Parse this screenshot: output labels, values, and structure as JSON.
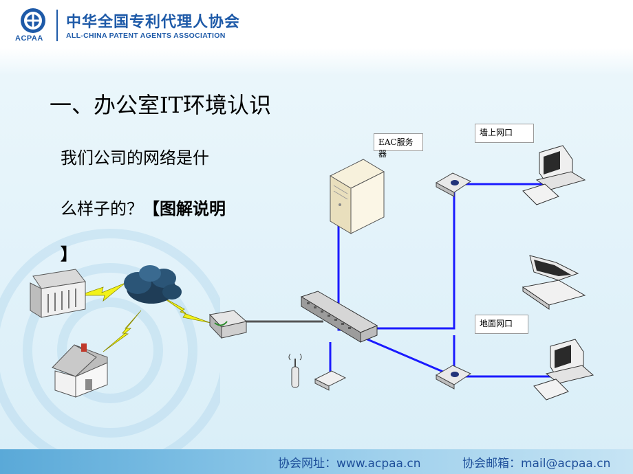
{
  "header": {
    "logo_abbr": "ACPAA",
    "org_name_cn": "中华全国专利代理人协会",
    "org_name_en": "ALL-CHINA PATENT AGENTS ASSOCIATION"
  },
  "slide": {
    "title": "一、办公室IT环境认识",
    "body_line1": "我们公司的网络是什",
    "body_line2_a": "么样子的？",
    "body_line2_b": "【图解说明",
    "body_line3": "】"
  },
  "diagram": {
    "labels": {
      "server": "EAC服务器",
      "wall_port": "墙上网口",
      "floor_port": "地面网口"
    },
    "colors": {
      "cable": "#1a1aff",
      "lightning": "#f2f21a",
      "cloud": "#1f3d57"
    }
  },
  "footer": {
    "website": "协会网址：www.acpaa.cn",
    "email": "协会邮箱：mail@acpaa.cn"
  }
}
